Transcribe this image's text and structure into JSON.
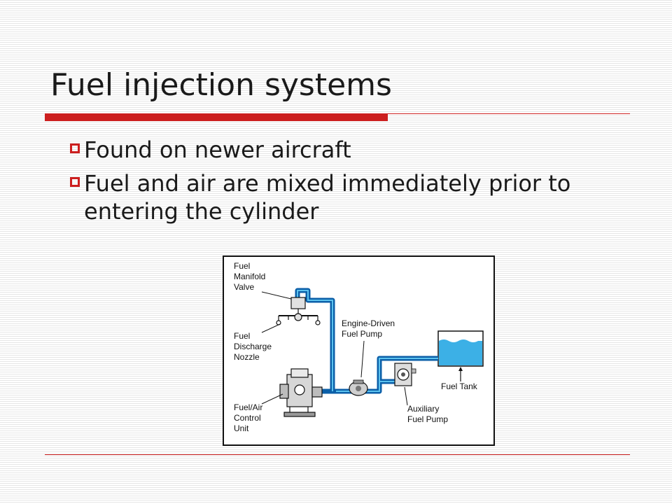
{
  "slide": {
    "title": "Fuel injection systems",
    "bullets": [
      "Found on newer aircraft",
      "Fuel and air are mixed immediately prior to entering the cylinder"
    ]
  },
  "diagram": {
    "labels": {
      "manifold_valve": "Fuel\nManifold\nValve",
      "discharge_nozzle": "Fuel\nDischarge\nNozzle",
      "control_unit": "Fuel/Air\nControl\nUnit",
      "engine_pump": "Engine-Driven\nFuel Pump",
      "fuel_tank": "Fuel Tank",
      "aux_pump": "Auxiliary\nFuel Pump"
    }
  },
  "colors": {
    "accent": "#cc1f1f",
    "fuel_line": "#0b5fa8",
    "fuel_light": "#3cb0e6"
  }
}
